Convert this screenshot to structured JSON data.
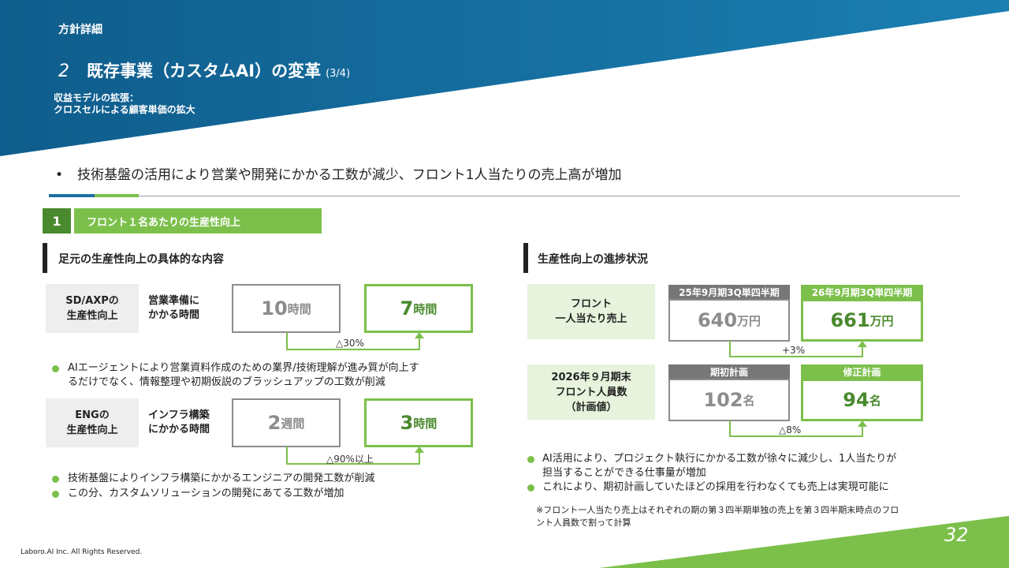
{
  "header": {
    "section_label": "方針詳細",
    "title_number": "2",
    "title_text": "既存事業（カスタムAI）の変革",
    "title_page": "(3/4)",
    "subtitle_line1": "収益モデルの拡張：",
    "subtitle_line2": "クロスセルによる顧客単価の拡大"
  },
  "main_bullet": {
    "dot": "•",
    "text": "技術基盤の活用により営業や開発にかかる工数が減少、フロント1人当たりの売上高が増加"
  },
  "tag": {
    "number": "1",
    "label": "フロント１名あたりの生産性向上"
  },
  "left": {
    "heading": "足元の生産性向上の具体的な内容",
    "rows": [
      {
        "category_line1": "SD/AXPの",
        "category_line2": "生産性向上",
        "desc_line1": "営業準備に",
        "desc_line2": "かかる時間",
        "before_value": "10",
        "before_unit": "時間",
        "after_value": "7",
        "after_unit": "時間",
        "delta": "△30%"
      },
      {
        "category_line1": "ENGの",
        "category_line2": "生産性向上",
        "desc_line1": "インフラ構築",
        "desc_line2": "にかかる時間",
        "before_value": "2",
        "before_unit": "週間",
        "after_value": "3",
        "after_unit": "時間",
        "delta": "△90%以上"
      }
    ],
    "bullets_1": [
      "AIエージェントにより営業資料作成のための業界/技術理解が進み質が向上す\nるだけでなく、情報整理や初期仮説のブラッシュアップの工数が削減"
    ],
    "bullets_2": [
      "技術基盤によりインフラ構築にかかるエンジニアの開発工数が削減",
      "この分、カスタムソリューションの開発にあてる工数が増加"
    ]
  },
  "right": {
    "heading": "生産性向上の進捗状況",
    "rows": [
      {
        "category_line1": "フロント",
        "category_line2": "一人当たり売上",
        "category_line3": "",
        "before_header": "25年9月期3Q単四半期",
        "before_value": "640",
        "before_unit": "万円",
        "after_header": "26年9月期3Q単四半期",
        "after_value": "661",
        "after_unit": "万円",
        "delta": "+3%"
      },
      {
        "category_line1": "2026年９月期末",
        "category_line2": "フロント人員数",
        "category_line3": "（計画値）",
        "before_header": "期初計画",
        "before_value": "102",
        "before_unit": "名",
        "after_header": "修正計画",
        "after_value": "94",
        "after_unit": "名",
        "delta": "△8%"
      }
    ],
    "bullets": [
      "AI活用により、プロジェクト執行にかかる工数が徐々に減少し、1人当たりが\n担当することができる仕事量が増加",
      "これにより、期初計画していたほどの採用を行わなくても売上は実現可能に"
    ],
    "note": "※フロント一人当たり売上はそれぞれの期の第３四半期単独の売上を第３四半期末時点のフロ\nント人員数で割って計算"
  },
  "footer": {
    "copyright": "Laboro.AI Inc. All Rights Reserved.",
    "page_number": "32"
  },
  "colors": {
    "header_blue": "#1b6f9e",
    "accent_green": "#7cc04b",
    "dark_green": "#4a8a2e",
    "gray_box": "#eeeeee",
    "light_green_box": "#e7f3dc"
  }
}
